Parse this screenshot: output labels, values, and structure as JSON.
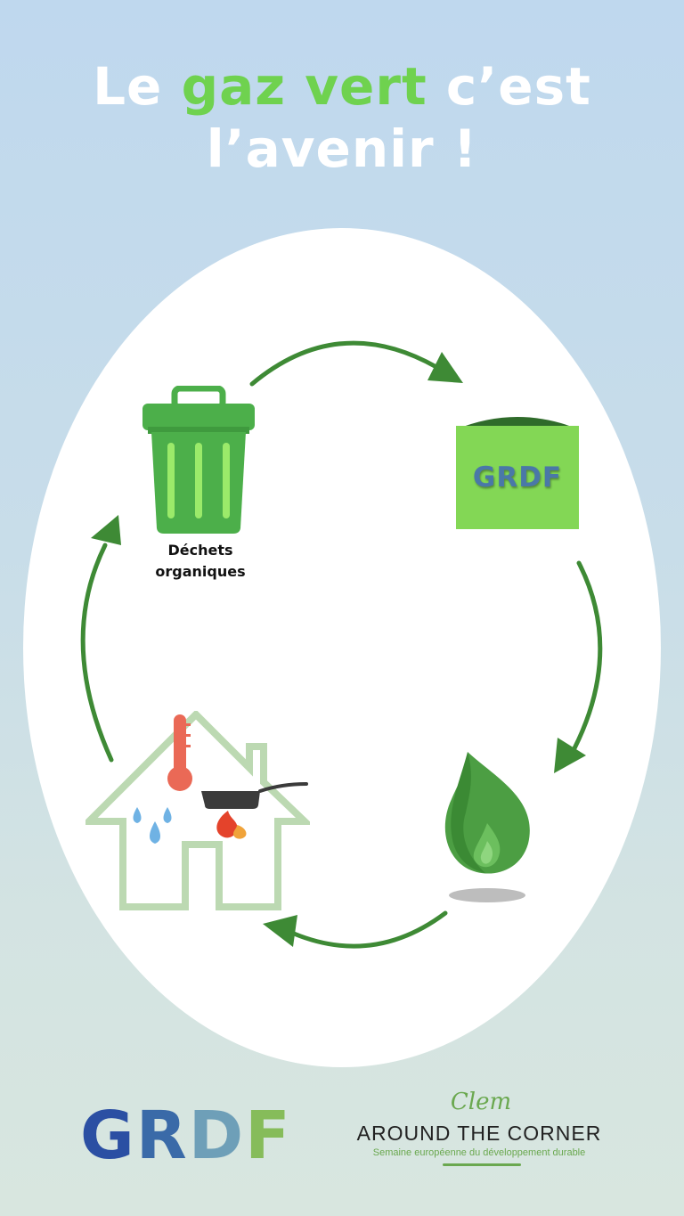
{
  "title": {
    "part1": "Le ",
    "highlight": "gaz vert",
    "part2": " c’est",
    "line2": "l’avenir !"
  },
  "diagram": {
    "nodes": [
      {
        "id": "waste",
        "label_line1": "Déchets",
        "label_line2": "organiques",
        "icon": "trash-bin-icon"
      },
      {
        "id": "methanizer",
        "label": "GRDF",
        "icon": "methanizer-tank-icon"
      },
      {
        "id": "green-gas",
        "icon": "green-flame-icon"
      },
      {
        "id": "home-uses",
        "icon": "house-icon"
      }
    ],
    "edges": [
      {
        "from": "waste",
        "to": "methanizer"
      },
      {
        "from": "methanizer",
        "to": "green-gas"
      },
      {
        "from": "green-gas",
        "to": "home-uses"
      },
      {
        "from": "home-uses",
        "to": "waste"
      }
    ]
  },
  "footer": {
    "grdf_logo": [
      "G",
      "R",
      "D",
      "F"
    ],
    "atc_script": "Clem",
    "atc_title": "AROUND THE CORNER",
    "atc_subtitle": "Semaine européenne du développement durable"
  },
  "colors": {
    "accent_green": "#6fd24f",
    "arrow_green": "#3e8a35",
    "bin_green": "#4caf4a",
    "tank_green": "#83d755"
  }
}
